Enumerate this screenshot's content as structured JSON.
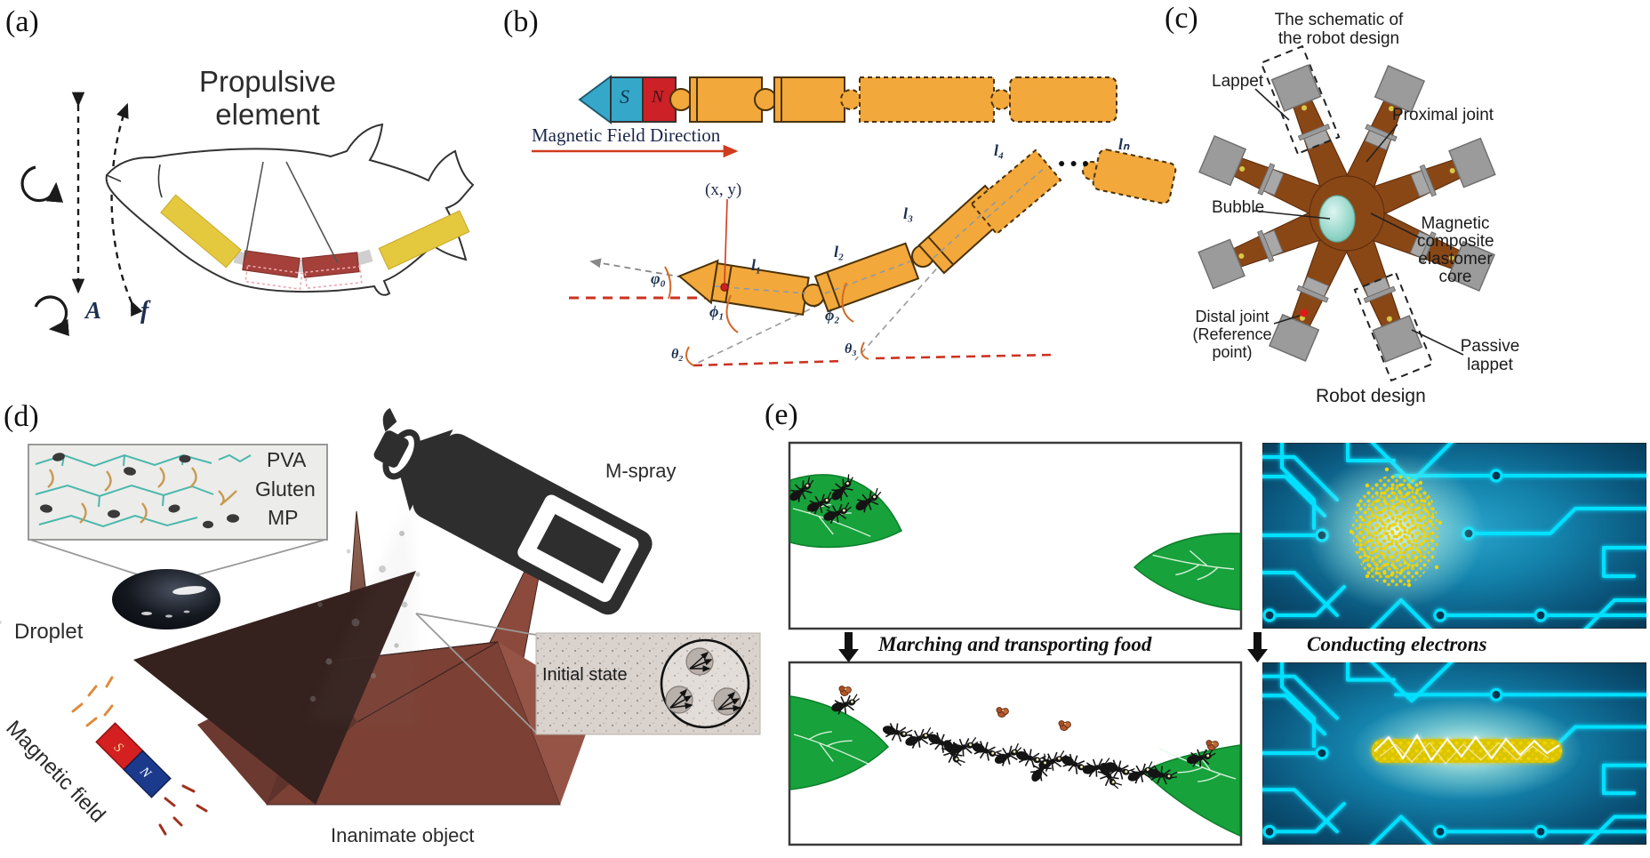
{
  "colors": {
    "segment_orange": "#f3a83b",
    "magnet_red": "#cc2127",
    "magnet_cyan": "#35a8c9",
    "bar_yellow": "#e4c83e",
    "bar_red": "#a5403a",
    "elastomer_brown": "#8a4716",
    "bubble_teal": "#8fd4c6",
    "leaf_green": "#17a23b",
    "circuit_cyan": "#00e0ff",
    "circuit_bg_dark": "#06344f",
    "cluster_yellow": "#f2d400",
    "baseline_red": "#cc3322"
  },
  "panel_a": {
    "label": "(a)",
    "annotation": "Propulsive element",
    "amplitude_symbol": "A",
    "frequency_symbol": "f"
  },
  "panel_b": {
    "label": "(b)",
    "pole_s": "S",
    "pole_n": "N",
    "field_direction": "Magnetic Field Direction",
    "coord_label": "(x, y)",
    "seg1": "l₁",
    "seg2": "l₂",
    "seg3": "l₃",
    "seg4": "l₄",
    "segn": "lₙ",
    "angle_phi0": "φ₀",
    "angle_phi1": "ϕ₁",
    "angle_phi2": "ϕ₂",
    "angle_theta2": "θ₂",
    "angle_theta3": "θ₃",
    "ellipsis": "●●●"
  },
  "panel_c": {
    "label": "(c)",
    "title_lines": [
      "The schematic of",
      "the robot design"
    ],
    "lappet": "Lappet",
    "proximal_joint": "Proximal joint",
    "bubble": "Bubble",
    "core_lines": [
      "Magnetic",
      "composite",
      "elastomer",
      "core"
    ],
    "distal_lines": [
      "Distal joint",
      "(Reference point)"
    ],
    "passive_lines": [
      "Passive",
      "lappet"
    ],
    "caption": "Robot design"
  },
  "panel_d": {
    "label": "(d)",
    "legend_pva": "PVA",
    "legend_gluten": "Gluten",
    "legend_mp": "MP",
    "droplet": "Droplet",
    "magnetic_field": "Magnetic field",
    "pole_s": "S",
    "pole_n": "N",
    "m_spray": "M-spray",
    "inanimate_object": "Inanimate object",
    "initial_state": "Initial state"
  },
  "panel_e": {
    "label": "(e)",
    "caption_left": "Marching and transporting food",
    "caption_right": "Conducting electrons"
  }
}
